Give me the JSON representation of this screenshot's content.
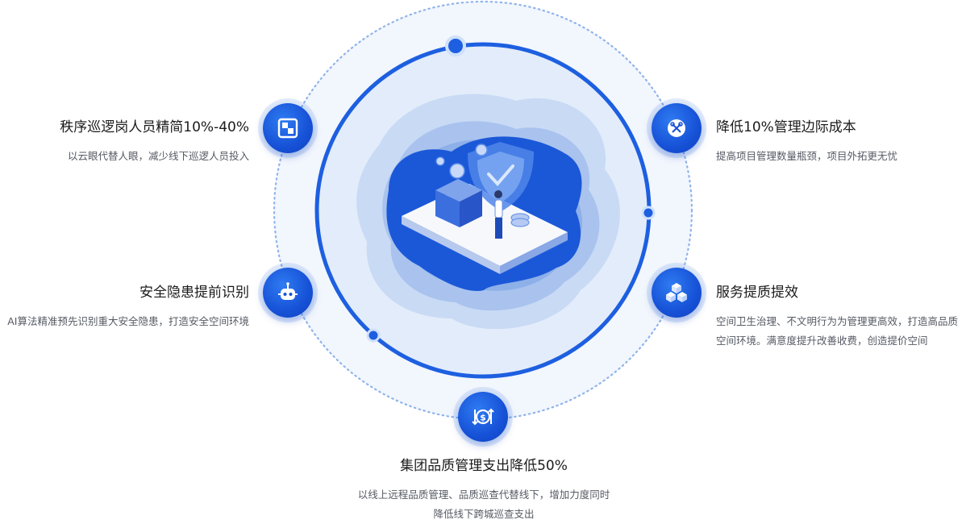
{
  "features": {
    "top_left": {
      "title": "秩序巡逻岗人员精简10%-40%",
      "desc": "以云眼代替人眼，减少线下巡逻人员投入",
      "icon": "window-monitor-icon"
    },
    "mid_left": {
      "title": "安全隐患提前识别",
      "desc": "AI算法精准预先识别重大安全隐患，打造安全空间环境",
      "icon": "robot-icon"
    },
    "top_right": {
      "title": "降低10%管理边际成本",
      "desc": "提高项目管理数量瓶颈，项目外拓更无忧",
      "icon": "tools-icon"
    },
    "mid_right": {
      "title": "服务提质提效",
      "desc": "空间卫生治理、不文明行为为管理更高效，打造高品质空间环境。满意度提升改善收费，创造提价空间",
      "icon": "cubes-icon"
    },
    "bottom": {
      "title": "集团品质管理支出降低50%",
      "desc": "以线上远程品质管理、品质巡查代替线下，增加力度同时降低线下跨城巡查支出",
      "icon": "money-exchange-icon"
    }
  },
  "colors": {
    "primary": "#1a5de0",
    "ring": "#1d5fe0",
    "dotted_ring": "#8fb4ec",
    "outer_fill": "#f1f6fd",
    "inner_fill": "#e2ebfa"
  }
}
